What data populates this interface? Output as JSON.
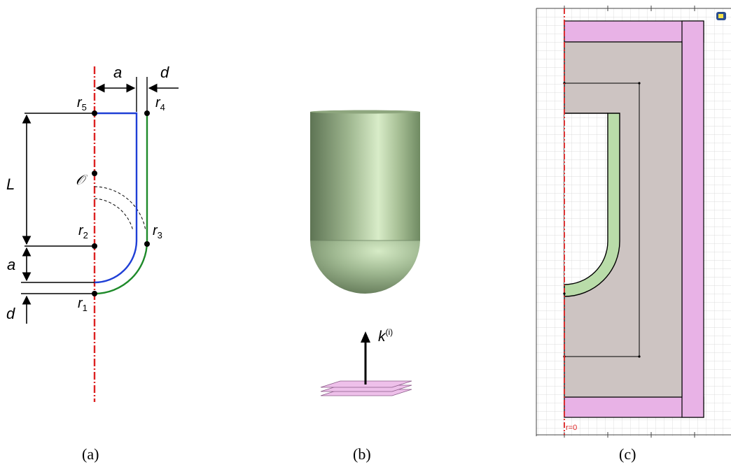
{
  "panel_a": {
    "label_a_top": "a",
    "label_d_top": "d",
    "label_L": "L",
    "label_a_left": "a",
    "label_d_left": "d",
    "origin": "𝒪",
    "points": [
      {
        "base": "r",
        "sub": "5"
      },
      {
        "base": "r",
        "sub": "4"
      },
      {
        "base": "r",
        "sub": "2"
      },
      {
        "base": "r",
        "sub": "3"
      },
      {
        "base": "r",
        "sub": "1"
      }
    ]
  },
  "panel_b": {
    "wave_label": "k",
    "wave_sup": "(i)"
  },
  "panel_c": {
    "axis_label": "r=0"
  },
  "captions": [
    "(a)",
    "(b)",
    "(c)"
  ],
  "colors": {
    "axis": "#dd2222",
    "inner_boundary": "#1f3fd6",
    "outer_boundary": "#1e8a2a",
    "pml": "#e8b2e6",
    "domain": "#cdc4c2",
    "shell": "#b9dca9",
    "capsule_top": "#8ea67e"
  }
}
